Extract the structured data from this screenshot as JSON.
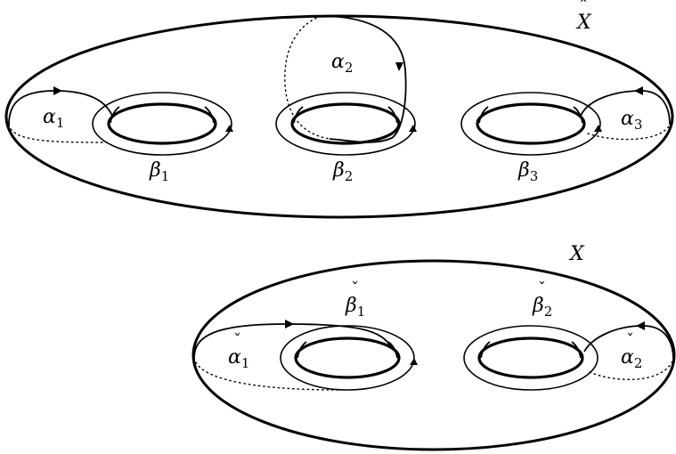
{
  "top_surface": {
    "name": "X",
    "name_accent": "ˆ",
    "alpha_labels": [
      {
        "base": "α",
        "sub": "1"
      },
      {
        "base": "α",
        "sub": "2"
      },
      {
        "base": "α",
        "sub": "3"
      }
    ],
    "beta_labels": [
      {
        "base": "β",
        "sub": "1"
      },
      {
        "base": "β",
        "sub": "2"
      },
      {
        "base": "β",
        "sub": "3"
      }
    ]
  },
  "bottom_surface": {
    "name": "X",
    "alpha_labels": [
      {
        "base": "α",
        "accent": "ˇ",
        "sub": "1"
      },
      {
        "base": "α",
        "accent": "ˇ",
        "sub": "2"
      }
    ],
    "beta_labels": [
      {
        "base": "β",
        "accent": "ˇ",
        "sub": "1"
      },
      {
        "base": "β",
        "accent": "ˇ",
        "sub": "2"
      }
    ]
  }
}
